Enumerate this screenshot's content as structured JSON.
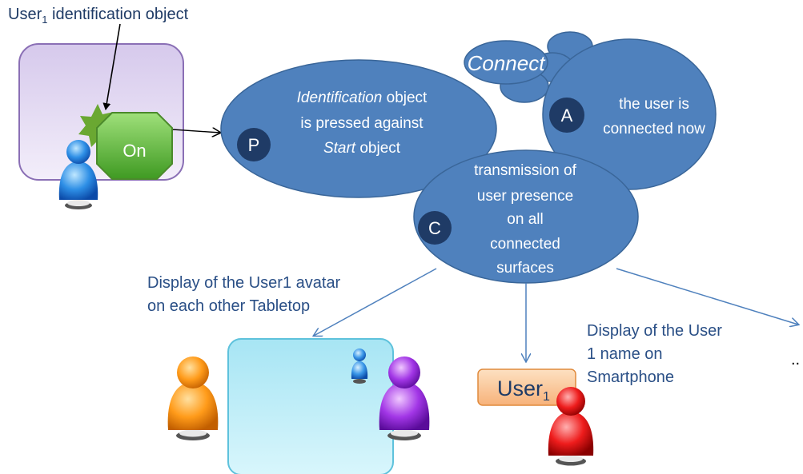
{
  "top_label": {
    "prefix": "User",
    "sub": "1",
    "suffix": " identification object"
  },
  "on_button": "On",
  "connect_label": "Connect",
  "bubble_p": {
    "badge": "P",
    "line1_italic": "Identification",
    "line1_rest": " object",
    "line2": "is pressed  against",
    "line3_italic": "Start",
    "line3_rest": " object"
  },
  "bubble_a": {
    "badge": "A",
    "line1": "the user is",
    "line2": "connected now"
  },
  "bubble_c": {
    "badge": "C",
    "lines": [
      "transmission of",
      "user presence",
      "on all",
      "connected",
      "surfaces"
    ]
  },
  "avatar_caption": {
    "line1": "Display of the User1 avatar",
    "line2": "on each other Tabletop"
  },
  "smartphone_caption": {
    "line1": "Display of the User",
    "line2": "1 name on",
    "line3": "Smartphone"
  },
  "user_tag": {
    "text": "User",
    "sub": "1"
  },
  "ellipsis": "..",
  "colors": {
    "bubble": "#4f81bd",
    "bubble_stroke": "#3a6699",
    "badge": "#1f3b66",
    "label_text": "#2a4f86",
    "panel": "#e7dff2",
    "panel_stroke": "#8a6fb5",
    "tabletop": "#bfeef8",
    "tag": "#fbd0a6",
    "on_green": "#5fb23a"
  }
}
